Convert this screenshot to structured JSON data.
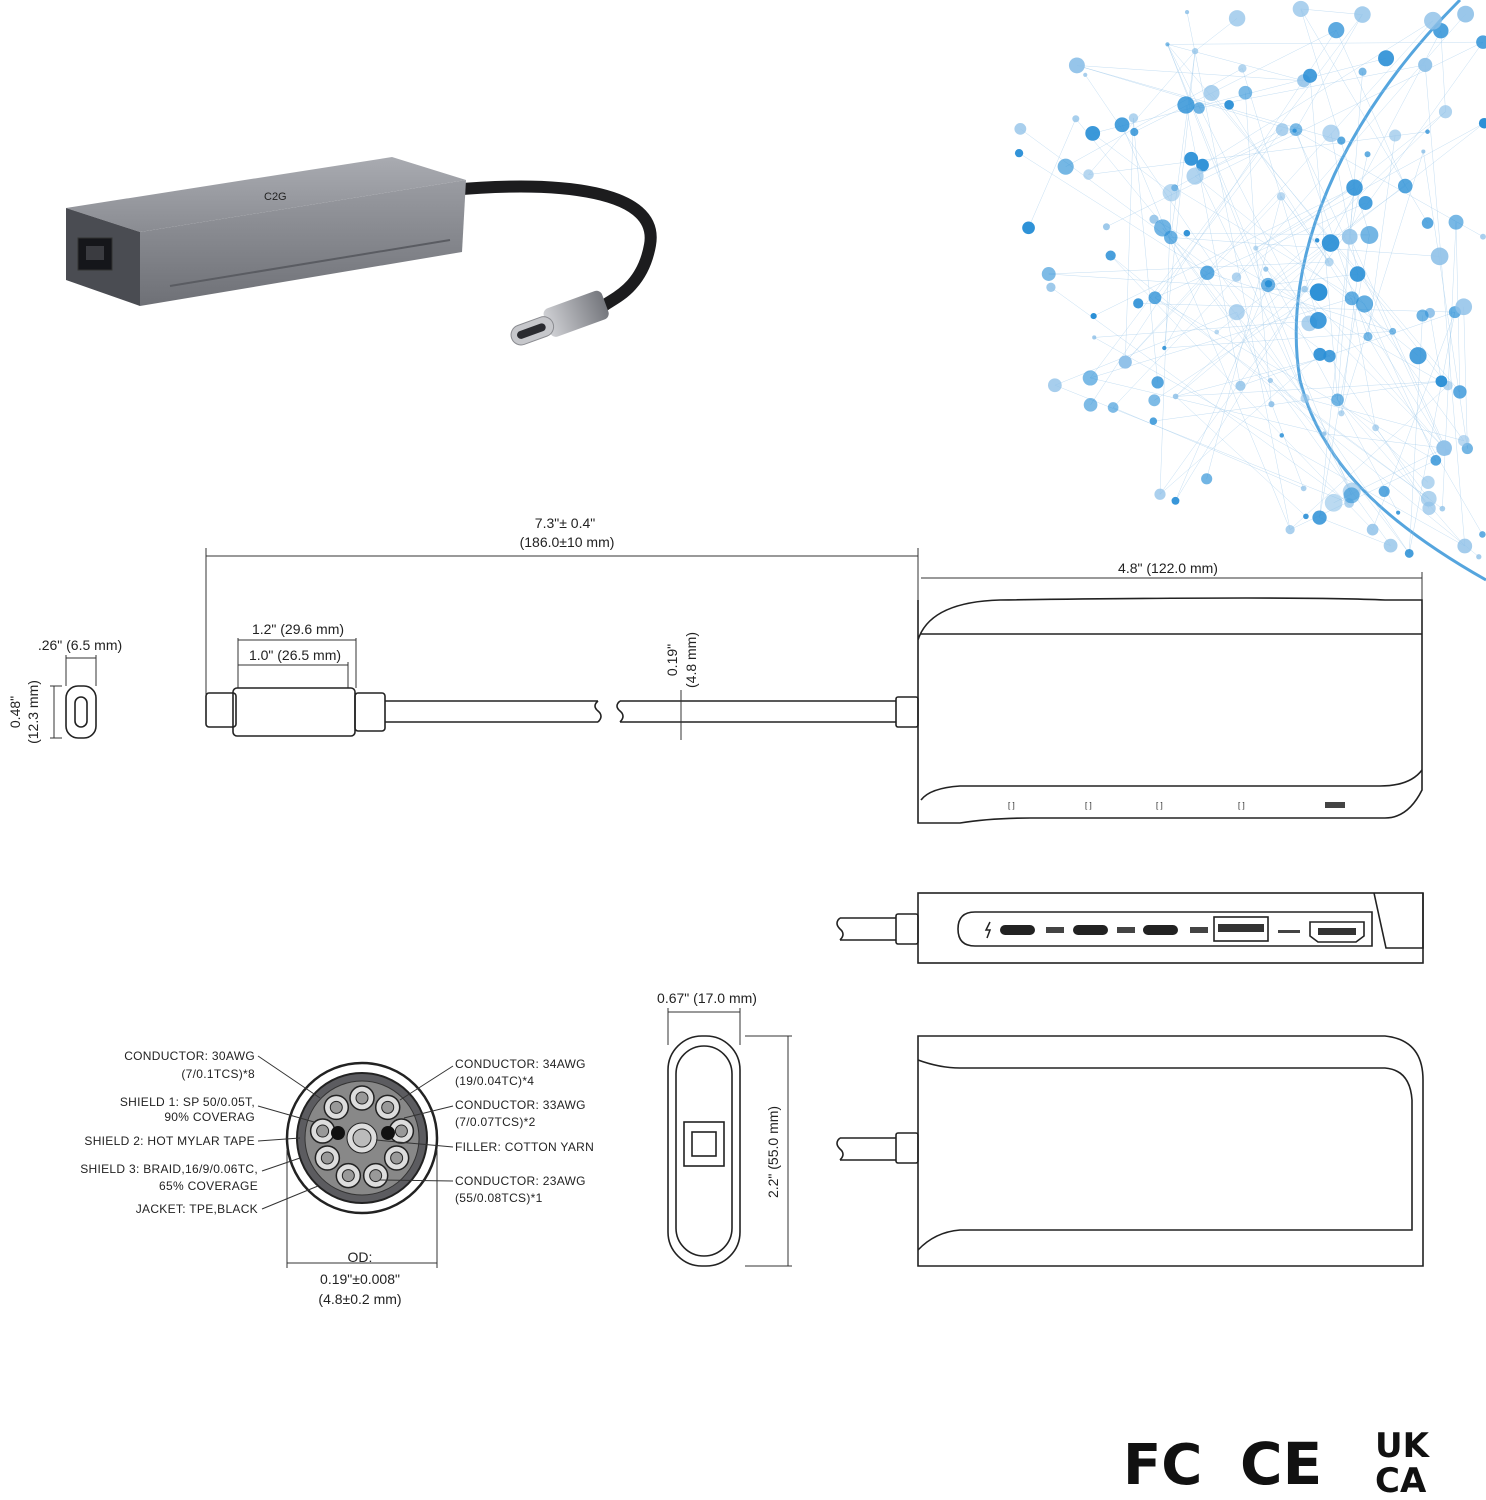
{
  "product": {
    "logo_text": "C2G"
  },
  "dimensions": {
    "overall_length": "7.3\"± 0.4\"",
    "overall_length_mm": "(186.0±10 mm)",
    "hub_length": "4.8\" (122.0 mm)",
    "connector_width": ".26\" (6.5 mm)",
    "connector_height": "0.48\"",
    "connector_height_mm": "(12.3 mm)",
    "plug_length_outer": "1.2\" (29.6 mm)",
    "plug_length_inner": "1.0\" (26.5 mm)",
    "cable_diameter": "0.19\"",
    "cable_diameter_mm": "(4.8 mm)",
    "end_width": "0.67\" (17.0 mm)",
    "end_height": "2.2\" (55.0 mm)"
  },
  "cable_cross_section": {
    "left_labels": [
      "CONDUCTOR: 30AWG",
      "(7/0.1TCS)*8",
      "SHIELD  1: SP  50/0.05T,",
      "90%  COVERAG",
      "SHIELD  2: HOT  MYLAR  TAPE",
      "SHIELD  3: BRAID,16/9/0.06TC,",
      "65%  COVERAGE",
      "JACKET: TPE,BLACK"
    ],
    "right_labels": [
      "CONDUCTOR: 34AWG",
      "(19/0.04TC)*4",
      "CONDUCTOR: 33AWG",
      "(7/0.07TCS)*2",
      "FILLER:  COTTON  YARN",
      "CONDUCTOR: 23AWG",
      "(55/0.08TCS)*1"
    ],
    "od_label": "OD:",
    "od_value": "0.19\"±0.008\"",
    "od_value_mm": "(4.8±0.2 mm)"
  },
  "certifications": [
    "FC",
    "CE",
    "UK",
    "CA"
  ],
  "colors": {
    "hub_body": "#8e9096",
    "globe_blue": "#2a8fd6",
    "line": "#222222"
  }
}
